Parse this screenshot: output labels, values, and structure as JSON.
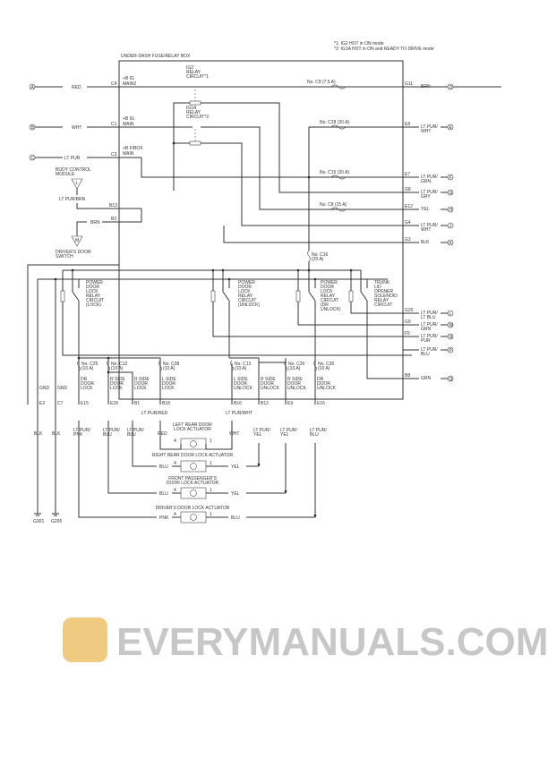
{
  "notes": [
    "*1: IG2 HOT in ON mode",
    "*2: IG1A HOT in ON and READY TO DRIVE mode"
  ],
  "box_title": "UNDER-DASH FUSE/RELAY BOX",
  "left_inputs": [
    {
      "conn": "A",
      "wire": "RED",
      "pin": "C4",
      "label": [
        "+B IG",
        "MAIN2"
      ]
    },
    {
      "conn": "B",
      "wire": "WHT",
      "pin": "C1",
      "label": [
        "+B IG",
        "MAIN"
      ]
    },
    {
      "conn": "C",
      "wire": "LT PUR",
      "pin": "C3",
      "label": [
        "+B F/BOX",
        "MAIN"
      ]
    }
  ],
  "relays": {
    "ig2": [
      "IG2",
      "RELAY",
      "CIRCUIT*1"
    ],
    "ig1a": [
      "IG1A",
      "RELAY",
      "CIRCUIT*2"
    ]
  },
  "bcm": {
    "name": [
      "BODY CONTROL",
      "MODULE"
    ],
    "letter": "L",
    "wire": "LT PUR/BRN",
    "pin": "B13"
  },
  "door_switch": {
    "name": [
      "DRIVER'S DOOR",
      "SWITCH"
    ],
    "letter": "M",
    "wire": "BRN",
    "pin": "B3"
  },
  "right_outputs": [
    {
      "conn": "D",
      "pin": "G11",
      "wire": [
        "BRN"
      ],
      "fuse": "No. C9 (7.5 A)"
    },
    {
      "conn": "E",
      "pin": "E8",
      "wire": [
        "LT PUR/",
        "WHT"
      ],
      "fuse": "No. C28 (20 A)"
    },
    {
      "conn": "F",
      "pin": "E7",
      "wire": [
        "LT PUR/",
        "GRN"
      ],
      "fuse": "No. C15 (20 A)"
    },
    {
      "conn": "G",
      "pin": "G8",
      "wire": [
        "LT PUR/",
        "GRY"
      ]
    },
    {
      "conn": "H",
      "pin": "E12",
      "wire": [
        "YEL"
      ],
      "fuse": "No. C8 (15 A)"
    },
    {
      "conn": "J",
      "pin": "G4",
      "wire": [
        "LT PUR/",
        "WHT"
      ]
    },
    {
      "conn": "K",
      "pin": "G3",
      "wire": [
        "BLK"
      ]
    },
    {
      "conn": "L",
      "pin": "G20",
      "wire": [
        "LT PUR/",
        "LT BLU"
      ]
    },
    {
      "conn": "M",
      "pin": "G9",
      "wire": [
        "LT PUR/",
        "GRN"
      ]
    },
    {
      "conn": "N",
      "pin": "F5",
      "wire": [
        "LT PUR/",
        "PUR"
      ]
    },
    {
      "conn": "P",
      "wire": [
        "LT PUR/",
        "BLU"
      ]
    },
    {
      "conn": "Q",
      "pin": "B8",
      "wire": [
        "GRN"
      ]
    }
  ],
  "fuse_c16": [
    "No. C16",
    "(20 A)"
  ],
  "lock_relays": [
    [
      "POWER",
      "DOOR",
      "LOCK",
      "RELAY",
      "CIRCUIT",
      "(LOCK)"
    ],
    [
      "POWER",
      "DOOR",
      "LOCK",
      "RELAY",
      "CIRCUIT",
      "(UNLOCK)"
    ],
    [
      "POWER",
      "DOOR",
      "LOCK",
      "RELAY",
      "CIRCUIT",
      "(DR",
      "UNLOCK)"
    ],
    [
      "TRUNK",
      "LID",
      "OPENER",
      "SOLENOID",
      "RELAY",
      "CIRCUIT"
    ]
  ],
  "bottom_pins": [
    {
      "label": [
        "GND"
      ],
      "pin": "E2",
      "wire": "BLK",
      "ground": "G301"
    },
    {
      "label": [
        "GND"
      ],
      "pin": "C7",
      "wire": "BLK",
      "ground": "G205"
    },
    {
      "label": [
        "DR",
        "DOOR",
        "LOCK"
      ],
      "pin": "E15",
      "fuse": [
        "No. C25",
        "(10 A)"
      ],
      "wire": [
        "LT PUR/",
        "PNK"
      ]
    },
    {
      "label": [
        "R SIDE",
        "DOOR",
        "LOCK"
      ],
      "pin": "E18",
      "fuse": [
        "No. C12",
        "(10 A)"
      ],
      "wire": [
        "LT PUR/",
        "BLU"
      ]
    },
    {
      "label": [
        "R SIDE",
        "DOOR",
        "LOCK"
      ],
      "pin": "B1",
      "wire": [
        "LT PUR/",
        "BLU"
      ]
    },
    {
      "label": [
        "L SIDE",
        "DOOR",
        "LOCK"
      ],
      "pin": "B18",
      "fuse": [
        "No. C38",
        "(10 A)"
      ],
      "wire": "LT PUR/RED"
    },
    {
      "label": [
        "L SIDE",
        "DOOR",
        "UNLOCK"
      ],
      "pin": "B16",
      "fuse": [
        "No. C13",
        "(10 A)"
      ],
      "wire": "LT PUR/WHT"
    },
    {
      "label": [
        "R SIDE",
        "DOOR",
        "UNLOCK"
      ],
      "pin": "B12",
      "wire": [
        "LT PUR/",
        "YEL"
      ]
    },
    {
      "label": [
        "R SIDE",
        "DOOR",
        "UNLOCK"
      ],
      "pin": "E9",
      "fuse": [
        "No. C26",
        "(10 A)"
      ],
      "wire": [
        "LT PUR/",
        "YEL"
      ]
    },
    {
      "label": [
        "DR",
        "DOOR",
        "UNLOCK"
      ],
      "pin": "E16",
      "fuse": [
        "No. C30",
        "(10 A)"
      ],
      "wire": [
        "LT PUR/",
        "BLU"
      ]
    }
  ],
  "actuators": [
    {
      "name": [
        "LEFT REAR DOOR",
        "LOCK ACTUATOR"
      ],
      "left": "RED",
      "right": "WHT",
      "p1": "4",
      "p2": "1"
    },
    {
      "name": [
        "RIGHT REAR DOOR LOCK ACTUATOR"
      ],
      "left": "BLU",
      "right": "YEL",
      "p1": "4",
      "p2": "1"
    },
    {
      "name": [
        "FRONT PASSENGER'S",
        "DOOR LOCK ACTUATOR"
      ],
      "left": "BLU",
      "right": "YEL",
      "p1": "4",
      "p2": "1"
    },
    {
      "name": [
        "DRIVER'S DOOR LOCK ACTUATOR"
      ],
      "left": "PNK",
      "right": "BLU",
      "p1": "4",
      "p2": "1"
    }
  ],
  "watermark": "EVERYMANUALS.COM",
  "colors": {
    "line": "#333333",
    "watermark_logo": "#e8b44a"
  }
}
